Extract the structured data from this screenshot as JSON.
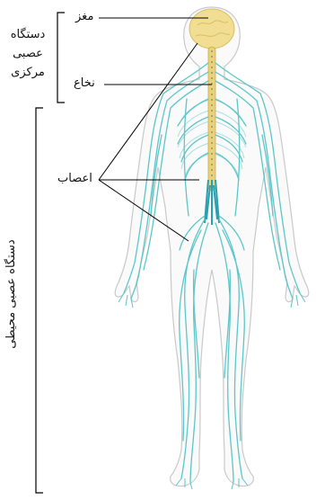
{
  "labels": {
    "brain": "مغز",
    "cns_line1": "دستگاه",
    "cns_line2": "عصبی",
    "cns_line3": "مرکزی",
    "spinal_cord": "نخاع",
    "nerves": "اعصاب",
    "pns": "دستگاه عصبی محیطی"
  },
  "colors": {
    "nerve": "#5cc6c9",
    "nerve_dark": "#2b9fb0",
    "brain": "#f2de93",
    "spine": "#e9d27a",
    "body_outline": "#c9c9c9",
    "leader": "#000000"
  }
}
